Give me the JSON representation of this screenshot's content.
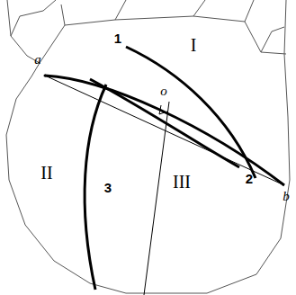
{
  "diagram": {
    "labels": [
      "a",
      "1",
      "I",
      "o",
      "b",
      "2",
      "II",
      "3",
      "III"
    ]
  }
}
